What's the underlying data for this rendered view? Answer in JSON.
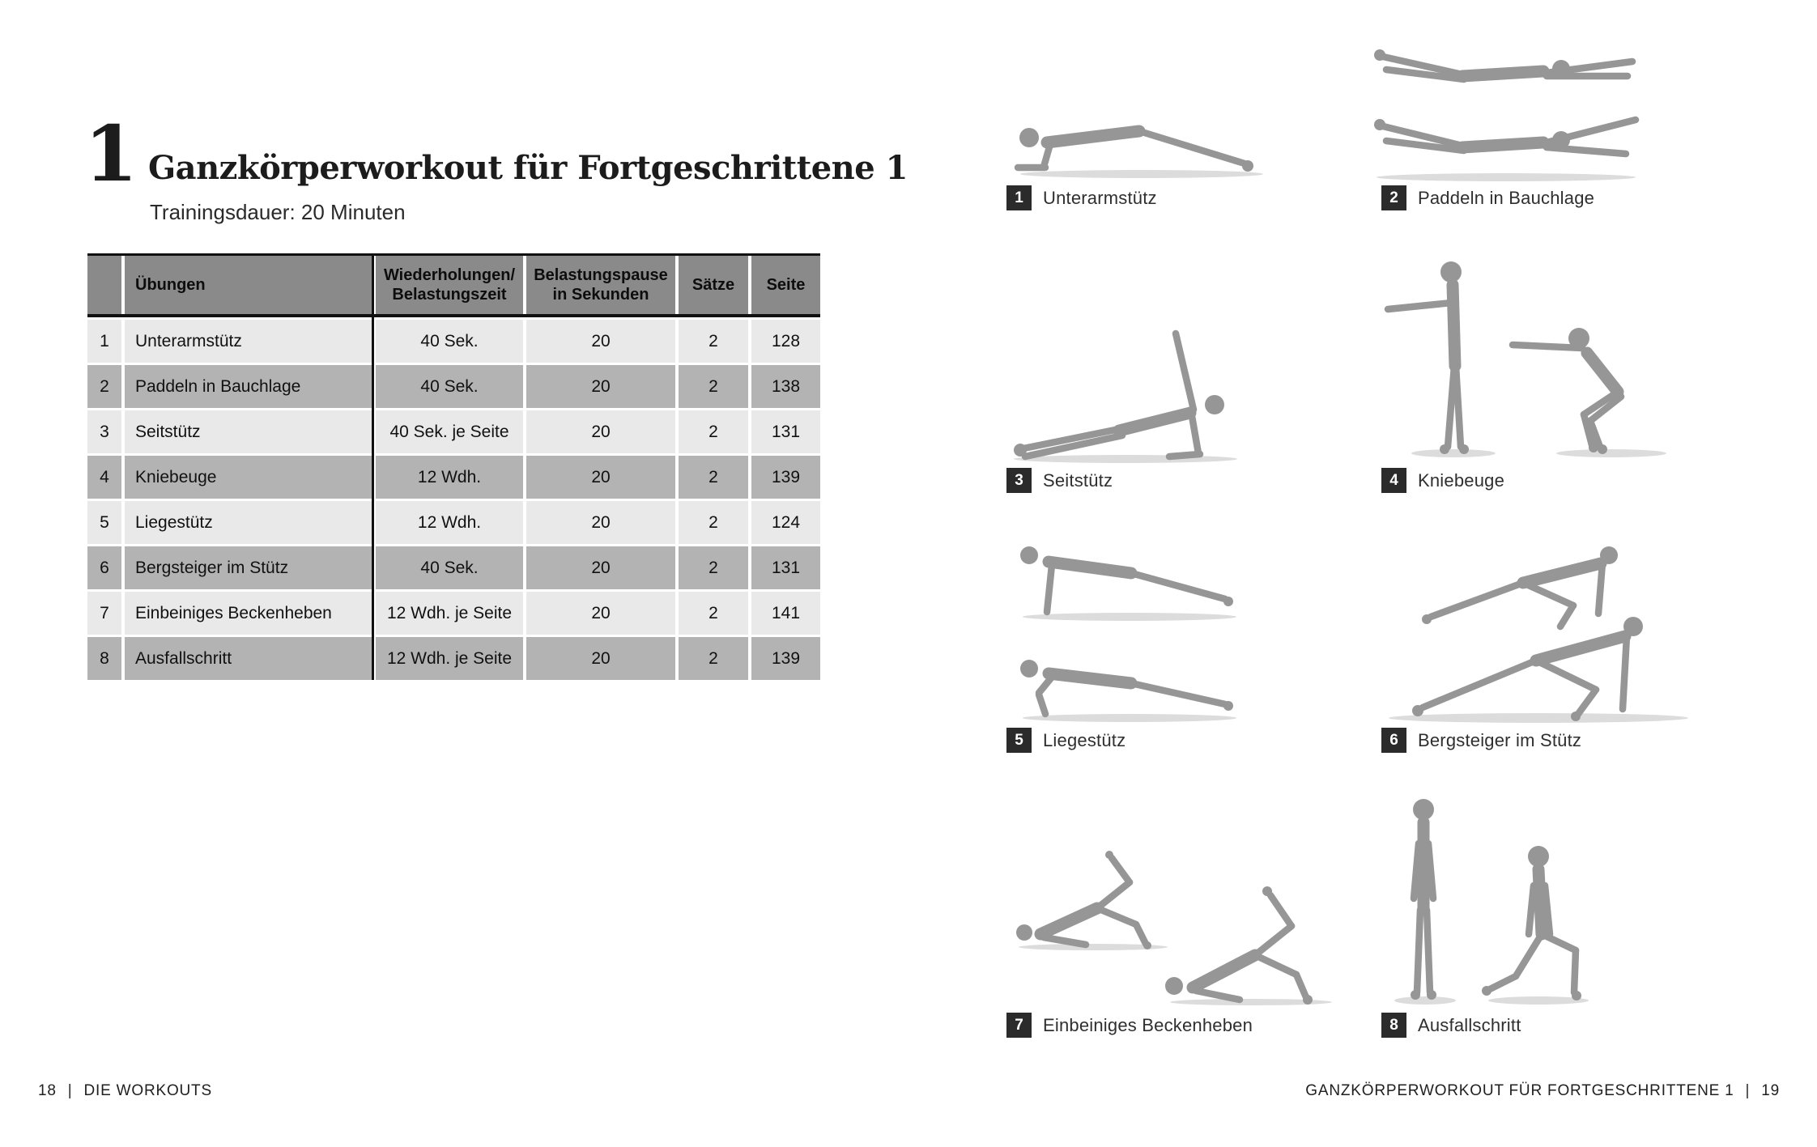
{
  "page": {
    "left": {
      "chapter_number": "1",
      "title": "Ganzkörperworkout für Fortgeschrittene 1",
      "subtitle": "Trainingsdauer: 20 Minuten",
      "table": {
        "headers": {
          "exercises": "Übungen",
          "reps_line1": "Wiederholungen/",
          "reps_line2": "Belastungszeit",
          "pause_line1": "Belastungspause",
          "pause_line2": "in Sekunden",
          "sets": "Sätze",
          "page": "Seite"
        },
        "rows": [
          {
            "n": "1",
            "name": "Unterarmstütz",
            "reps": "40 Sek.",
            "pause": "20",
            "sets": "2",
            "page": "128"
          },
          {
            "n": "2",
            "name": "Paddeln in Bauchlage",
            "reps": "40 Sek.",
            "pause": "20",
            "sets": "2",
            "page": "138"
          },
          {
            "n": "3",
            "name": "Seitstütz",
            "reps": "40 Sek. je Seite",
            "pause": "20",
            "sets": "2",
            "page": "131"
          },
          {
            "n": "4",
            "name": "Kniebeuge",
            "reps": "12 Wdh.",
            "pause": "20",
            "sets": "2",
            "page": "139"
          },
          {
            "n": "5",
            "name": "Liegestütz",
            "reps": "12 Wdh.",
            "pause": "20",
            "sets": "2",
            "page": "124"
          },
          {
            "n": "6",
            "name": "Bergsteiger im Stütz",
            "reps": "40 Sek.",
            "pause": "20",
            "sets": "2",
            "page": "131"
          },
          {
            "n": "7",
            "name": "Einbeiniges Beckenheben",
            "reps": "12 Wdh. je Seite",
            "pause": "20",
            "sets": "2",
            "page": "141"
          },
          {
            "n": "8",
            "name": "Ausfallschritt",
            "reps": "12 Wdh. je Seite",
            "pause": "20",
            "sets": "2",
            "page": "139"
          }
        ]
      },
      "footer": {
        "page_number": "18",
        "separator": "|",
        "label": "DIE WORKOUTS"
      }
    },
    "right": {
      "figures": [
        {
          "num": "1",
          "label": "Unterarmstütz"
        },
        {
          "num": "2",
          "label": "Paddeln in Bauchlage"
        },
        {
          "num": "3",
          "label": "Seitstütz"
        },
        {
          "num": "4",
          "label": "Kniebeuge"
        },
        {
          "num": "5",
          "label": "Liegestütz"
        },
        {
          "num": "6",
          "label": "Bergsteiger im Stütz"
        },
        {
          "num": "7",
          "label": "Einbeiniges Beckenheben"
        },
        {
          "num": "8",
          "label": "Ausfallschritt"
        }
      ],
      "footer": {
        "label": "GANZKÖRPERWORKOUT FÜR FORTGESCHRITTENE 1",
        "separator": "|",
        "page_number": "19"
      }
    }
  },
  "colors": {
    "table_header_bg": "#8a8a8a",
    "row_light": "#e9e9e9",
    "row_dark": "#b3b3b3",
    "divider_black": "#111111",
    "figure_badge_bg": "#2b2b2b",
    "illustration_gray": "#969696"
  }
}
